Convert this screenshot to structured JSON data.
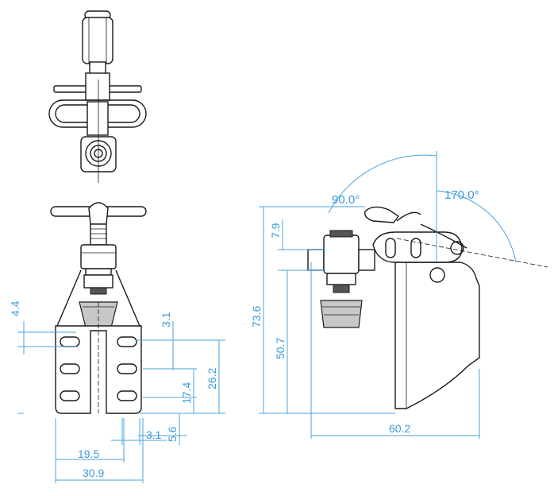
{
  "dimensions": {
    "bolt_offset_top": "4.4",
    "slot_top_offset": "3.1",
    "overall_height_front": "26.2",
    "slot_pitch": "17.4",
    "slot_width": "5.6",
    "slot_gap": "3.1",
    "hole_spacing": "19.5",
    "base_width": "30.9",
    "overall_height": "73.6",
    "spindle_offset": "7.9",
    "spindle_height": "50.7",
    "base_length": "60.2"
  },
  "angles": {
    "open_angle": "90.0°",
    "handle_angle": "170.0°"
  }
}
